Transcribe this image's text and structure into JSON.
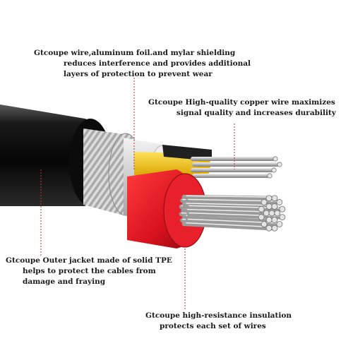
{
  "labels": {
    "shielding": {
      "line1": "Gtcoupe wire,aluminum foil.and mylar shielding",
      "line2": "reduces interference and provides additional",
      "line3": "layers of protection to prevent wear"
    },
    "copper": {
      "line1": "Gtcoupe High-quality copper wire maximizes",
      "line2": "signal quality and increases durability"
    },
    "jacket": {
      "line1": "Gtcoupe Outer jacket made of solid TPE",
      "line2": "helps to protect the cables from",
      "line3": "damage and fraying"
    },
    "insulation": {
      "line1": "Gtcoupe high-resistance insulation",
      "line2": "protects each set of wires"
    }
  },
  "colors": {
    "jacket": "#141414",
    "braid": "#b9b9b9",
    "foil": "#d6d6d6",
    "yellow_insulation": "#f2c200",
    "red_insulation": "#d8121e",
    "copper_strands": "#c7c7c7",
    "leader_line": "#c0392b"
  }
}
